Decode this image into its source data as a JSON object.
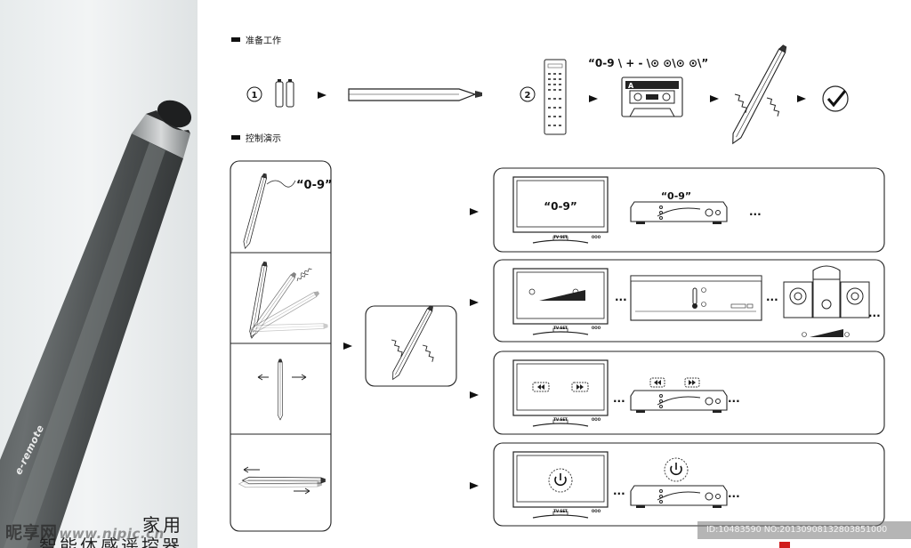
{
  "brand": {
    "pen_text": "e-remote"
  },
  "caption": {
    "line1": "家用",
    "line2": "智能体感遥控器"
  },
  "watermark": {
    "site_cn": "昵享网",
    "site_url": "www.nipic.cn"
  },
  "image_id": "ID:10483590 NO:20130908132803851000",
  "prep": {
    "title": "准备工作",
    "step1_number": "①",
    "step2_number": "②",
    "code_label": "“0-9 \\ + - \\⊙ ⊙\\⊙ ⊙\\”",
    "cassette_letter": "A"
  },
  "demo": {
    "title": "控制演示",
    "motion_panels": [
      {
        "label": "“0-9”"
      },
      {
        "label": ""
      },
      {
        "label": ""
      },
      {
        "label": ""
      }
    ],
    "rows": [
      {
        "tv_screen_text": "“0-9”",
        "device_label": "“0-9”",
        "ellipsis": "..."
      },
      {
        "ellipsis": "..."
      },
      {
        "ellipsis": "..."
      },
      {
        "ellipsis": "..."
      }
    ],
    "tv_brand": "TV SET",
    "tv_logo": "OOO"
  },
  "colors": {
    "ink": "#111111",
    "panel_bg": "#ffffff",
    "pen_body": "#5b5f60",
    "red_mark": "#d01c1c"
  }
}
